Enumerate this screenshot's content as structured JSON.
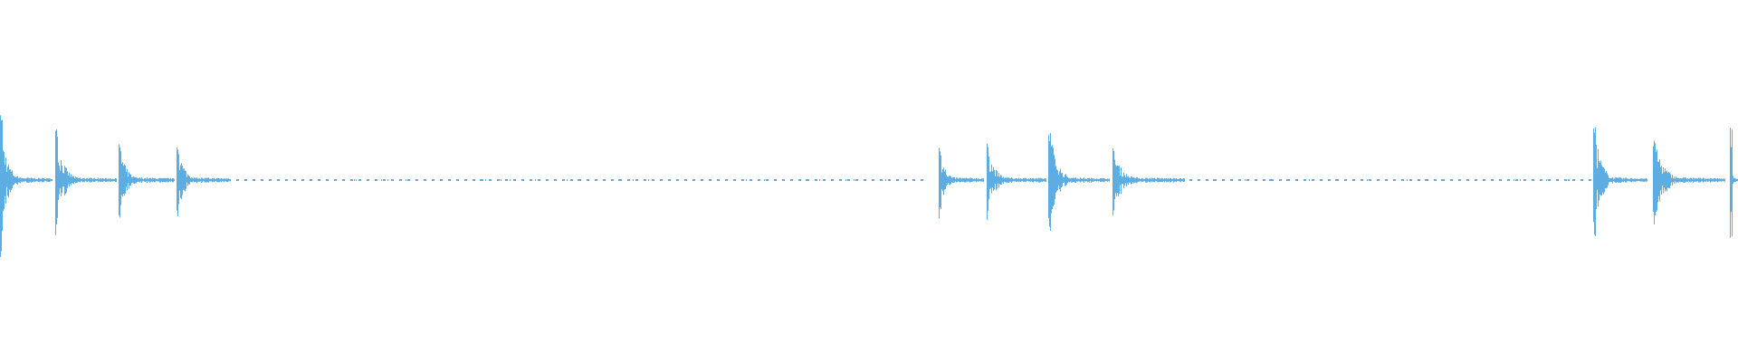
{
  "chart_data": {
    "type": "waveform",
    "title": "",
    "xlabel": "",
    "ylabel": "",
    "grid": false,
    "ylim": [
      -1,
      1
    ],
    "color": "#5dade2",
    "background": "#ffffff",
    "bursts": [
      {
        "peak": 0.37
      },
      {
        "peak": 0.29
      },
      {
        "peak": 0.21
      },
      {
        "peak": 0.23
      },
      {
        "peak": 0.21
      },
      {
        "peak": 0.21
      },
      {
        "peak": 0.35
      },
      {
        "peak": 0.18
      },
      {
        "peak": 0.37
      },
      {
        "peak": 0.29
      },
      {
        "peak": 0.3
      }
    ]
  }
}
